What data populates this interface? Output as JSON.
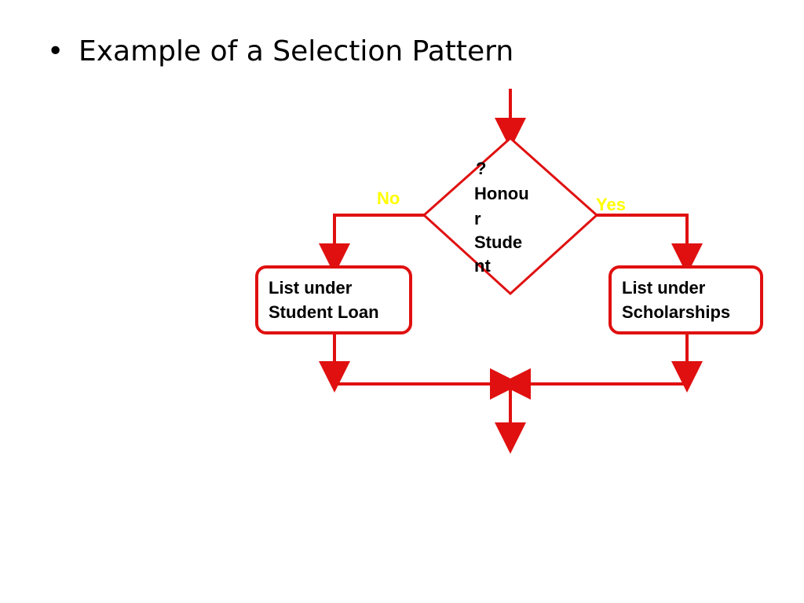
{
  "slide": {
    "bullet_symbol": "•",
    "bullet_text": "Example of a Selection Pattern"
  },
  "flowchart": {
    "decision_lines": [
      "?",
      "Honou",
      "r",
      "Stude",
      "nt"
    ],
    "no_label": "No",
    "yes_label": "Yes",
    "left_box_lines": [
      "List under",
      "Student Loan"
    ],
    "right_box_lines": [
      "List under",
      "Scholarships"
    ],
    "colors": {
      "line": "#e01010",
      "label": "#ffff00"
    }
  }
}
